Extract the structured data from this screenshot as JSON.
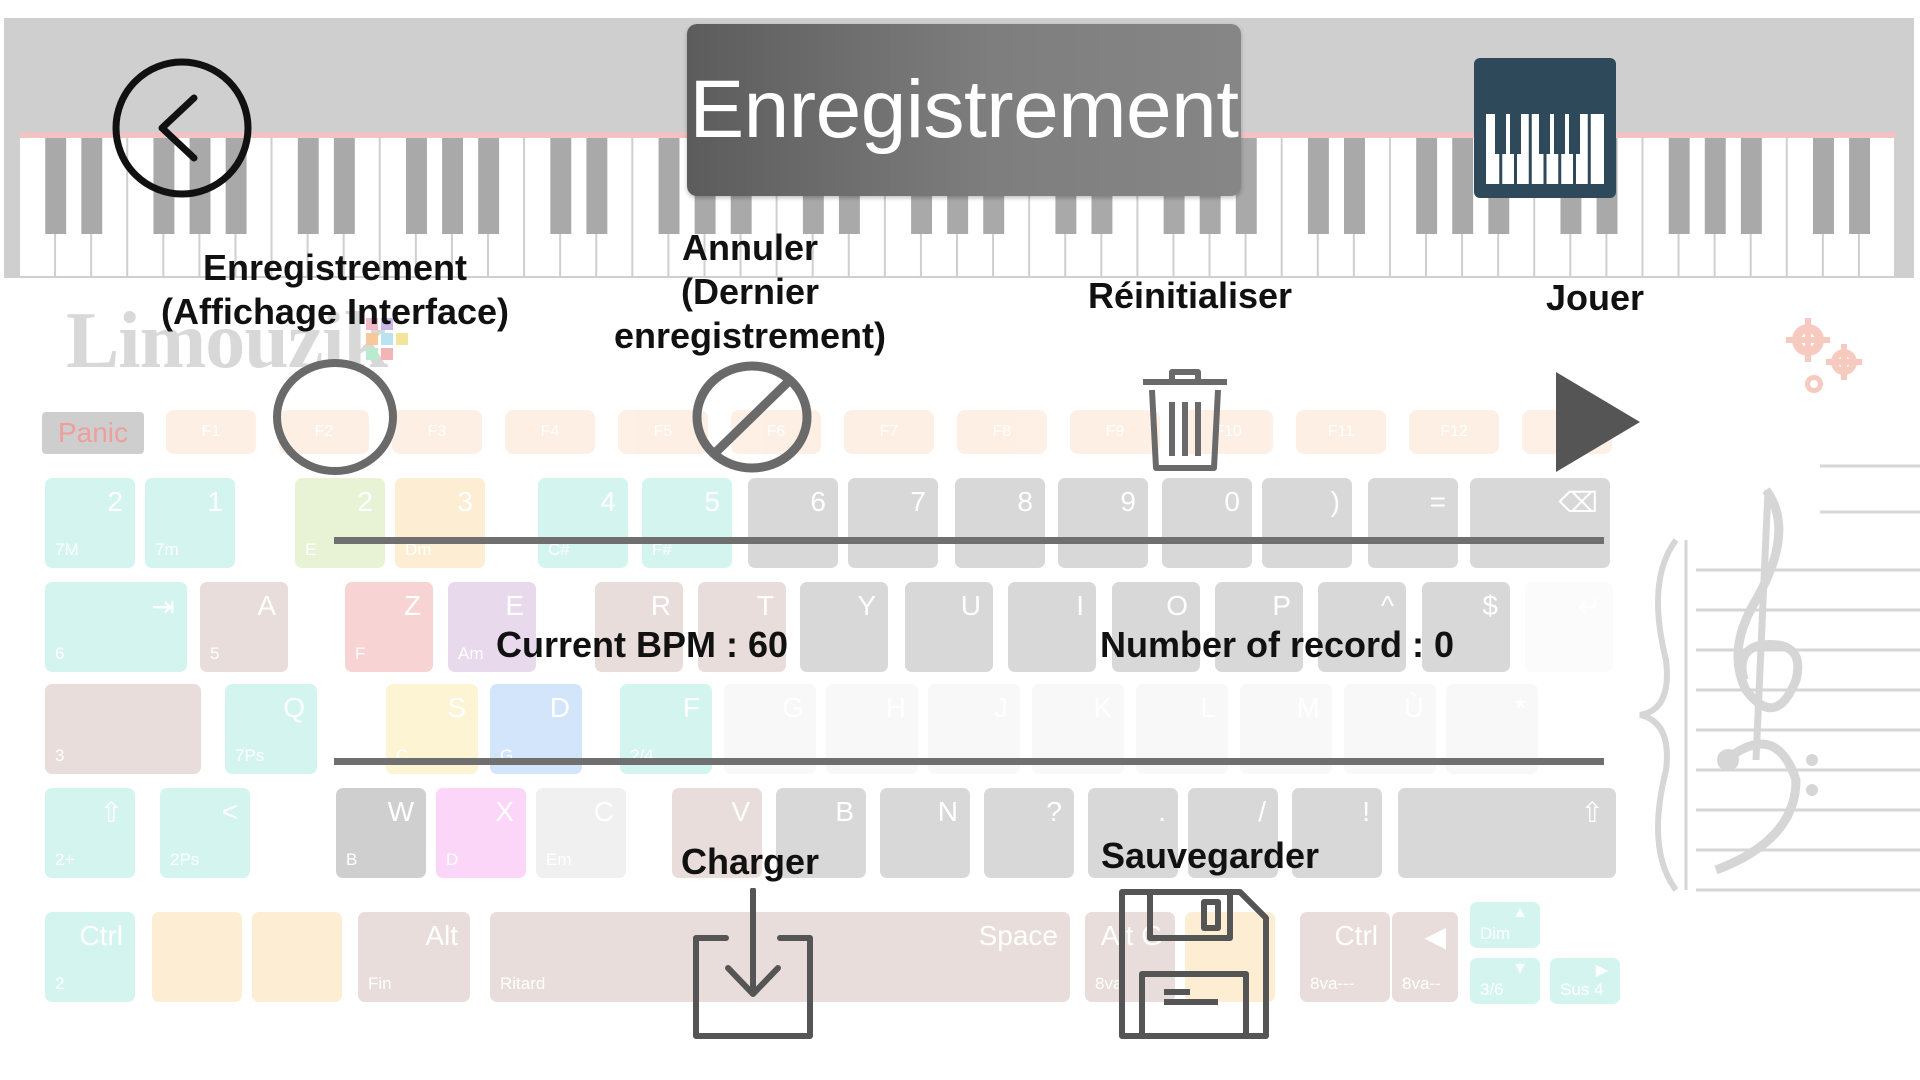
{
  "header": {
    "title": "Enregistrement"
  },
  "actions": {
    "record_label": "Enregistrement\n(Affichage Interface)",
    "cancel_label": "Annuler\n(Dernier\nenregistrement)",
    "reset_label": "Réinitialiser",
    "play_label": "Jouer",
    "load_label": "Charger",
    "save_label": "Sauvegarder"
  },
  "status": {
    "bpm_text": "Current BPM : 60",
    "records_text": "Number of record : 0"
  },
  "background": {
    "logo_text": "Limouzik",
    "panic_label": "Panic",
    "function_keys": [
      "F1",
      "F2",
      "F3",
      "F4",
      "F5",
      "F6",
      "F7",
      "F8",
      "F9",
      "F10",
      "F11",
      "F12",
      ""
    ],
    "keys": [
      {
        "main": "2",
        "sub": "7M",
        "color": "#41d0c0"
      },
      {
        "main": "1",
        "sub": "7m",
        "color": "#41d0c0"
      },
      {
        "main": "2",
        "sub": "E",
        "color": "#9ccc45"
      },
      {
        "main": "3",
        "sub": "Dm",
        "color": "#f6b23a"
      },
      {
        "main": "4",
        "sub": "C#",
        "color": "#41d0c0"
      },
      {
        "main": "5",
        "sub": "F#",
        "color": "#41d0c0"
      },
      {
        "main": "6",
        "sub": "",
        "color": "#505050"
      },
      {
        "main": "7",
        "sub": "",
        "color": "#505050"
      },
      {
        "main": "8",
        "sub": "",
        "color": "#505050"
      },
      {
        "main": "9",
        "sub": "",
        "color": "#505050"
      },
      {
        "main": "0",
        "sub": "",
        "color": "#505050"
      },
      {
        "main": ")",
        "sub": "",
        "color": "#505050"
      },
      {
        "main": "=",
        "sub": "",
        "color": "#505050"
      },
      {
        "main": "⌫",
        "sub": "",
        "color": "#505050"
      },
      {
        "main": "⇥",
        "sub": "6",
        "color": "#41d0c0"
      },
      {
        "main": "A",
        "sub": "5",
        "color": "#9a6a5a"
      },
      {
        "main": "Z",
        "sub": "F",
        "color": "#e23b3b"
      },
      {
        "main": "E",
        "sub": "Am",
        "color": "#9c5caa"
      },
      {
        "main": "R",
        "sub": "",
        "color": "#9a6a5a"
      },
      {
        "main": "T",
        "sub": "",
        "color": "#9a6a5a"
      },
      {
        "main": "Y",
        "sub": "",
        "color": "#505050"
      },
      {
        "main": "U",
        "sub": "",
        "color": "#505050"
      },
      {
        "main": "I",
        "sub": "",
        "color": "#505050"
      },
      {
        "main": "O",
        "sub": "",
        "color": "#505050"
      },
      {
        "main": "P",
        "sub": "",
        "color": "#505050"
      },
      {
        "main": "^",
        "sub": "",
        "color": "#505050"
      },
      {
        "main": "$",
        "sub": "",
        "color": "#505050"
      },
      {
        "main": "↵",
        "sub": "",
        "color": "#f0f0f0"
      },
      {
        "main": "",
        "sub": "3",
        "color": "#9a6a5a"
      },
      {
        "main": "Q",
        "sub": "7Ps",
        "color": "#41d0c0"
      },
      {
        "main": "S",
        "sub": "C",
        "color": "#f4d23a"
      },
      {
        "main": "D",
        "sub": "G",
        "color": "#3a8ef0"
      },
      {
        "main": "F",
        "sub": "2/4",
        "color": "#41d0c0"
      },
      {
        "main": "G",
        "sub": "",
        "color": "#e0e0e0"
      },
      {
        "main": "H",
        "sub": "",
        "color": "#e0e0e0"
      },
      {
        "main": "J",
        "sub": "",
        "color": "#e0e0e0"
      },
      {
        "main": "K",
        "sub": "",
        "color": "#e0e0e0"
      },
      {
        "main": "L",
        "sub": "",
        "color": "#e0e0e0"
      },
      {
        "main": "M",
        "sub": "",
        "color": "#e0e0e0"
      },
      {
        "main": "Ù",
        "sub": "",
        "color": "#e0e0e0"
      },
      {
        "main": "*",
        "sub": "",
        "color": "#e0e0e0"
      },
      {
        "main": "⇧",
        "sub": "2+",
        "color": "#41d0c0"
      },
      {
        "main": "<",
        "sub": "2Ps",
        "color": "#41d0c0"
      },
      {
        "main": "W",
        "sub": "B",
        "color": "#2a2a2a"
      },
      {
        "main": "X",
        "sub": "D",
        "color": "#f048e0"
      },
      {
        "main": "C",
        "sub": "Em",
        "color": "#bdbdbd"
      },
      {
        "main": "V",
        "sub": "",
        "color": "#9a6a5a"
      },
      {
        "main": "B",
        "sub": "",
        "color": "#505050"
      },
      {
        "main": "N",
        "sub": "",
        "color": "#505050"
      },
      {
        "main": "?",
        "sub": "",
        "color": "#505050"
      },
      {
        "main": ".",
        "sub": "",
        "color": "#505050"
      },
      {
        "main": "/",
        "sub": "",
        "color": "#505050"
      },
      {
        "main": "!",
        "sub": "",
        "color": "#505050"
      },
      {
        "main": "⇧",
        "sub": "",
        "color": "#505050"
      },
      {
        "main": "Ctrl",
        "sub": "2",
        "color": "#41d0c0"
      },
      {
        "main": "",
        "sub": "",
        "color": "#f6b23a"
      },
      {
        "main": "",
        "sub": "",
        "color": "#f6b23a"
      },
      {
        "main": "Alt",
        "sub": "Fin",
        "color": "#9a6a5a"
      },
      {
        "main": "Space",
        "sub": "Ritard",
        "color": "#9a6a5a"
      },
      {
        "main": "Alt G",
        "sub": "8va",
        "color": "#9a6a5a"
      },
      {
        "main": "",
        "sub": "",
        "color": "#f6b23a"
      },
      {
        "main": "Ctrl",
        "sub": "8va---",
        "color": "#9a6a5a"
      },
      {
        "main": "◀",
        "sub": "8va--",
        "color": "#9a6a5a"
      },
      {
        "main": "▲",
        "sub": "Dim",
        "color": "#41d0c0"
      },
      {
        "main": "▼",
        "sub": "3/6",
        "color": "#41d0c0"
      },
      {
        "main": "▶",
        "sub": "Sus 4",
        "color": "#41d0c0"
      }
    ]
  },
  "colors": {
    "banner": "#6e6e6e",
    "rule": "#6f6f6f",
    "play": "#555555",
    "piano_button": "#2e4a5a"
  },
  "icons": {
    "back": "chevron-left-circle-icon",
    "piano": "piano-keyboard-icon",
    "record": "circle-outline-icon",
    "cancel": "prohibited-icon",
    "reset": "trash-icon",
    "play": "play-triangle-icon",
    "load": "download-tray-icon",
    "save": "floppy-disk-icon"
  }
}
